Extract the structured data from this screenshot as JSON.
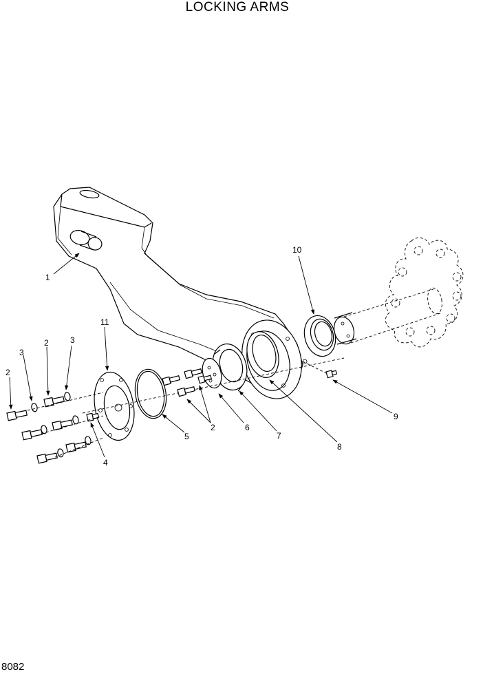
{
  "title": "LOCKING ARMS",
  "page_number": "8082",
  "callouts": {
    "c1": "1",
    "c2a": "2",
    "c2b": "2",
    "c2c": "2",
    "c3a": "3",
    "c3b": "3",
    "c4": "4",
    "c5": "5",
    "c6": "6",
    "c7": "7",
    "c8": "8",
    "c9": "9",
    "c10": "10",
    "c11": "11"
  }
}
